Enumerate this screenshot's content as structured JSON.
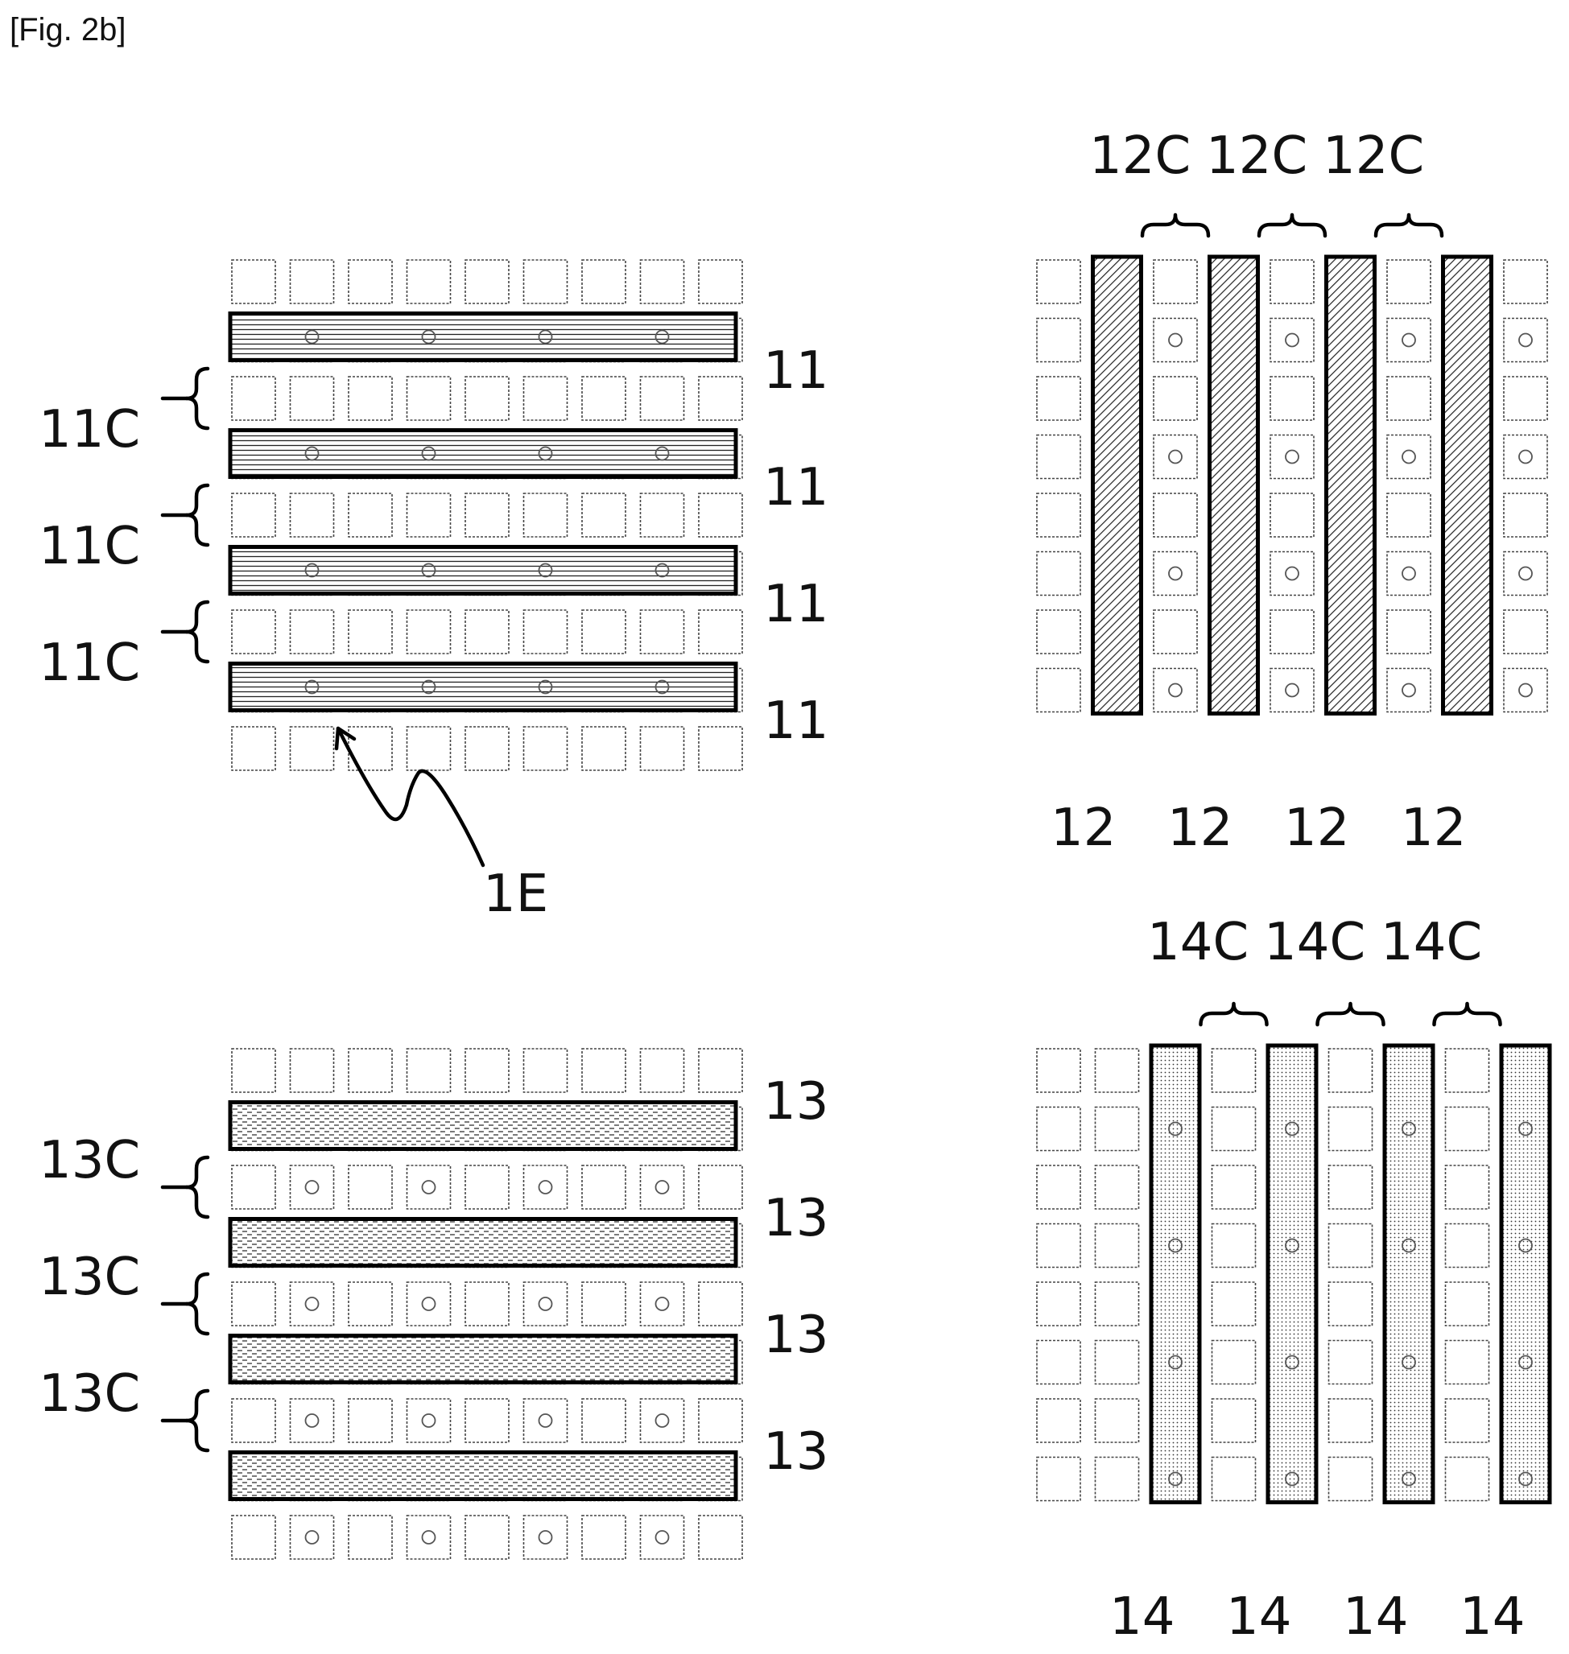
{
  "figure_label": "[Fig. 2b]",
  "panel_a": {
    "strip_labels": [
      "11",
      "11",
      "11",
      "11"
    ],
    "gap_labels": [
      "11C",
      "11C",
      "11C"
    ],
    "pointer_label": "1E"
  },
  "panel_b": {
    "strip_labels": [
      "12",
      "12",
      "12",
      "12"
    ],
    "gap_labels": [
      "12C",
      "12C",
      "12C"
    ]
  },
  "panel_c": {
    "strip_labels": [
      "13",
      "13",
      "13",
      "13"
    ],
    "gap_labels": [
      "13C",
      "13C",
      "13C"
    ]
  },
  "panel_d": {
    "strip_labels": [
      "14",
      "14",
      "14",
      "14"
    ],
    "gap_labels": [
      "14C",
      "14C",
      "14C"
    ]
  }
}
